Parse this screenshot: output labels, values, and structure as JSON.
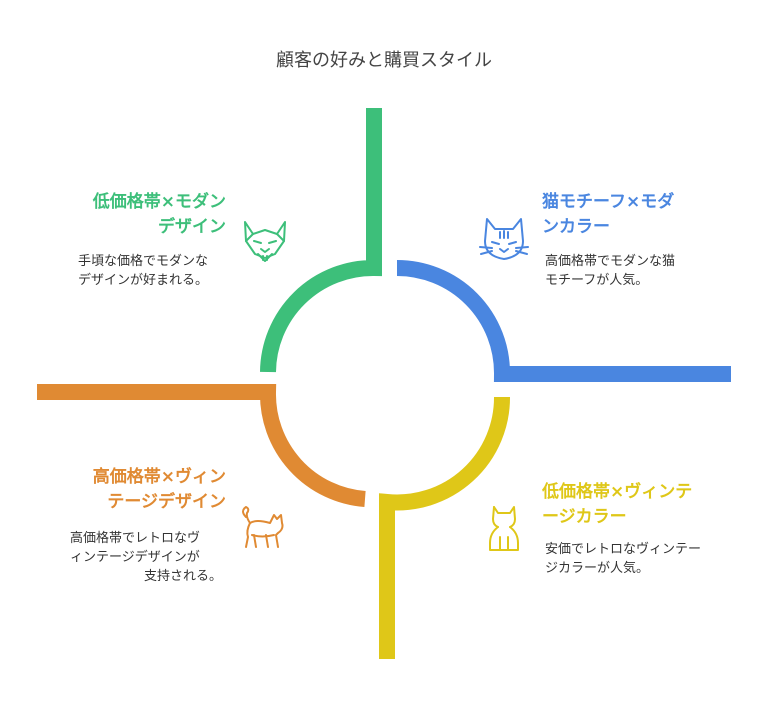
{
  "title": "顧客の好みと購買スタイル",
  "quadrants": [
    {
      "id": "top-left",
      "title_lines": [
        "低価格帯×モダン",
        "デザイン"
      ],
      "desc_lines": [
        "手頃な価格でモダンな",
        "デザインが好まれる。"
      ],
      "color": "#3dbf7a",
      "icon": "fox-face-icon"
    },
    {
      "id": "top-right",
      "title_lines": [
        "猫モチーフ×モダ",
        "ンカラー"
      ],
      "desc_lines": [
        "高価格帯でモダンな猫",
        "モチーフが人気。"
      ],
      "color": "#4a86e0",
      "icon": "cat-face-icon"
    },
    {
      "id": "bottom-left",
      "title_lines": [
        "高価格帯×ヴィン",
        "テージデザイン"
      ],
      "desc_lines": [
        "高価格帯でレトロなヴ",
        "ィンテージデザインが",
        "支持される。"
      ],
      "color": "#e08a33",
      "icon": "walking-cat-icon"
    },
    {
      "id": "bottom-right",
      "title_lines": [
        "低価格帯×ヴィンテ",
        "ージカラー"
      ],
      "desc_lines": [
        "安価でレトロなヴィンテー",
        "ジカラーが人気。"
      ],
      "color": "#dfc718",
      "icon": "sitting-cat-icon"
    }
  ]
}
